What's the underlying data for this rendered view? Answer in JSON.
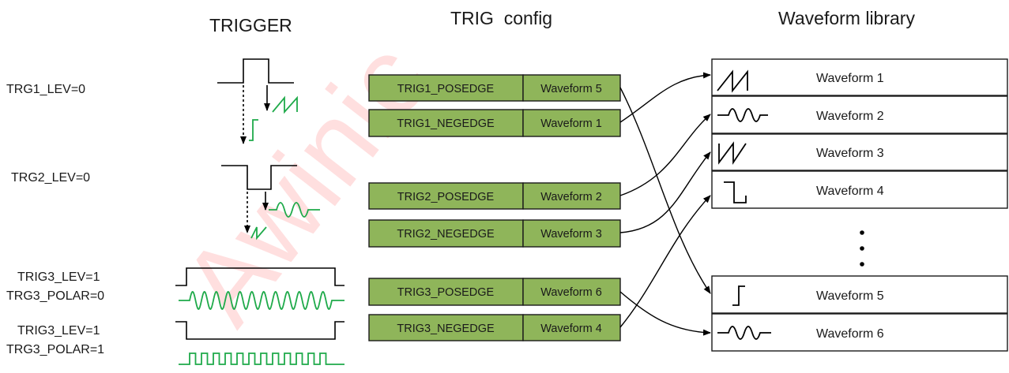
{
  "headers": {
    "trigger": "TRIGGER",
    "trig_config": "TRIG  config",
    "library": "Waveform library"
  },
  "watermark": "Awinic",
  "trigger_labels": {
    "trg1": "TRG1_LEV=0",
    "trg2": "TRG2_LEV=0",
    "trig3a_line1": "TRIG3_LEV=1",
    "trig3a_line2": "TRG3_POLAR=0",
    "trig3b_line1": "TRIG3_LEV=1",
    "trig3b_line2": "TRG3_POLAR=1"
  },
  "config": [
    {
      "name": "TRIG1_POSEDGE",
      "waveform": "Waveform 5"
    },
    {
      "name": "TRIG1_NEGEDGE",
      "waveform": "Waveform 1"
    },
    {
      "name": "TRIG2_POSEDGE",
      "waveform": "Waveform 2"
    },
    {
      "name": "TRIG2_NEGEDGE",
      "waveform": "Waveform 3"
    },
    {
      "name": "TRIG3_POSEDGE",
      "waveform": "Waveform 6"
    },
    {
      "name": "TRIG3_NEGEDGE",
      "waveform": "Waveform 4"
    }
  ],
  "library": [
    {
      "label": "Waveform 1",
      "icon": "sawtooth-up-icon"
    },
    {
      "label": "Waveform 2",
      "icon": "sine-burst-icon"
    },
    {
      "label": "Waveform 3",
      "icon": "sawtooth-down-icon"
    },
    {
      "label": "Waveform 4",
      "icon": "square-pulse-icon"
    },
    {
      "label": "Waveform 5",
      "icon": "step-up-icon"
    },
    {
      "label": "Waveform 6",
      "icon": "sine-burst-icon"
    }
  ],
  "colors": {
    "config_fill": "#8fb55a",
    "waveform_green": "#1faa4a",
    "watermark": "#ff0000"
  }
}
